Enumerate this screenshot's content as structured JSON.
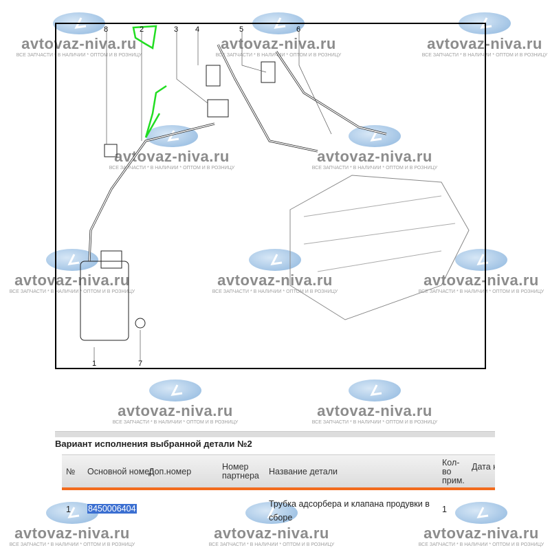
{
  "watermark": {
    "logo": "L",
    "site": "avtovaz-niva.ru",
    "slogan": "ВСЕ ЗАПЧАСТИ * В НАЛИЧИИ * ОПТОМ И В РОЗНИЦУ"
  },
  "diagram": {
    "callouts": [
      "8",
      "2",
      "3",
      "4",
      "5",
      "6",
      "1",
      "7"
    ],
    "highlight_color": "#22dd22"
  },
  "section_title": "Вариант исполнения выбранной детали №2",
  "table": {
    "headers": {
      "num": "№",
      "main": "Основной номер",
      "extra": "Доп.номер",
      "partner": "Номер партнера",
      "name": "Название детали",
      "qty": "Кол-во прим.",
      "date": "Дата нач. примен."
    },
    "rows": [
      {
        "num": "1",
        "main": "8450006404",
        "extra": "",
        "partner": "",
        "name": "Трубка адсорбера и клапана продувки в сборе",
        "qty": "1"
      }
    ]
  },
  "colors": {
    "accent": "#f26b1d",
    "selection": "#3b6fd1"
  }
}
